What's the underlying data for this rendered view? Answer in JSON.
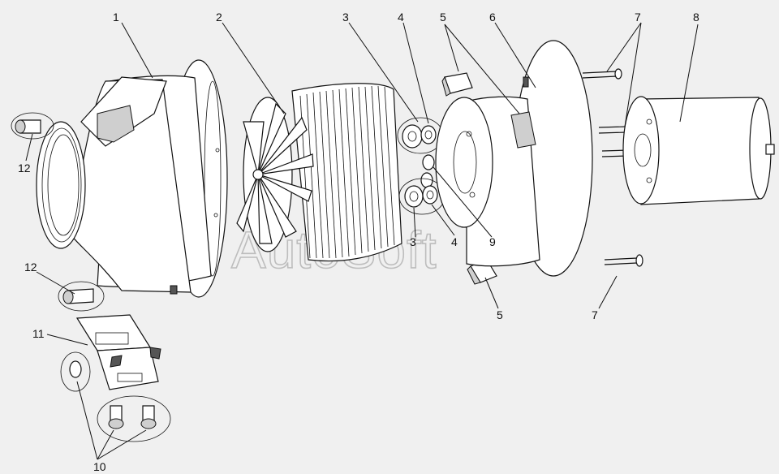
{
  "watermark": "AutoSoft",
  "callouts": [
    {
      "id": "c1",
      "label": "1"
    },
    {
      "id": "c2",
      "label": "2"
    },
    {
      "id": "c3a",
      "label": "3"
    },
    {
      "id": "c4a",
      "label": "4"
    },
    {
      "id": "c5a",
      "label": "5"
    },
    {
      "id": "c6",
      "label": "6"
    },
    {
      "id": "c7a",
      "label": "7"
    },
    {
      "id": "c8",
      "label": "8"
    },
    {
      "id": "c12a",
      "label": "12"
    },
    {
      "id": "c12b",
      "label": "12"
    },
    {
      "id": "c11",
      "label": "11"
    },
    {
      "id": "c10",
      "label": "10"
    },
    {
      "id": "c3b",
      "label": "3"
    },
    {
      "id": "c4b",
      "label": "4"
    },
    {
      "id": "c9",
      "label": "9"
    },
    {
      "id": "c5b",
      "label": "5"
    },
    {
      "id": "c7b",
      "label": "7"
    }
  ]
}
